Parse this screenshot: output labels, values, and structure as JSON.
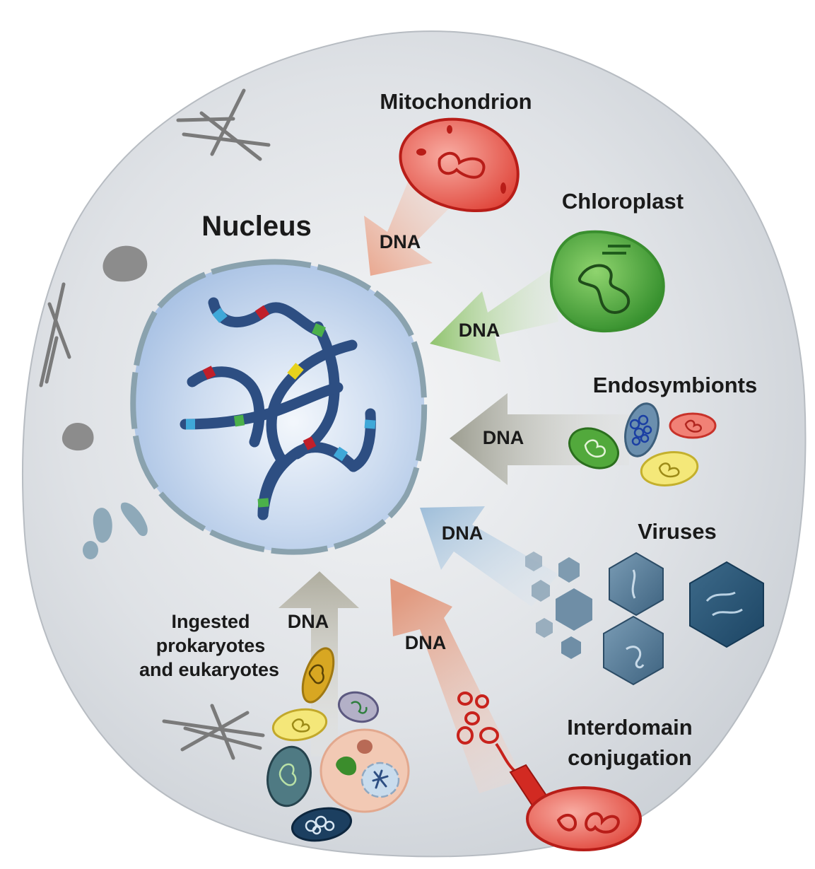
{
  "labels": {
    "nucleus": "Nucleus",
    "mitochondrion": "Mitochondrion",
    "chloroplast": "Chloroplast",
    "endosymbionts": "Endosymbionts",
    "viruses": "Viruses",
    "ingested_line1": "Ingested",
    "ingested_line2": "prokaryotes",
    "ingested_line3": "and eukaryotes",
    "conjugation_line1": "Interdomain",
    "conjugation_line2": "conjugation",
    "dna": "DNA"
  },
  "colors": {
    "cell_fill": "#d9dde2",
    "nucleus_fill": "#c2d6ef",
    "nucleus_border": "#8aa2ae",
    "chromosome": "#2d4e82",
    "mitochondrion": "#d8302a",
    "chloroplast": "#3f9a32",
    "virus": "#3e6e8c",
    "arrow_mito": "#e8a48e",
    "arrow_chloro": "#9fcb82",
    "arrow_endo": "#a8a99d",
    "arrow_virus": "#a7c3dc",
    "arrow_ingested": "#b6b4a6",
    "arrow_conj": "#e29a82"
  }
}
